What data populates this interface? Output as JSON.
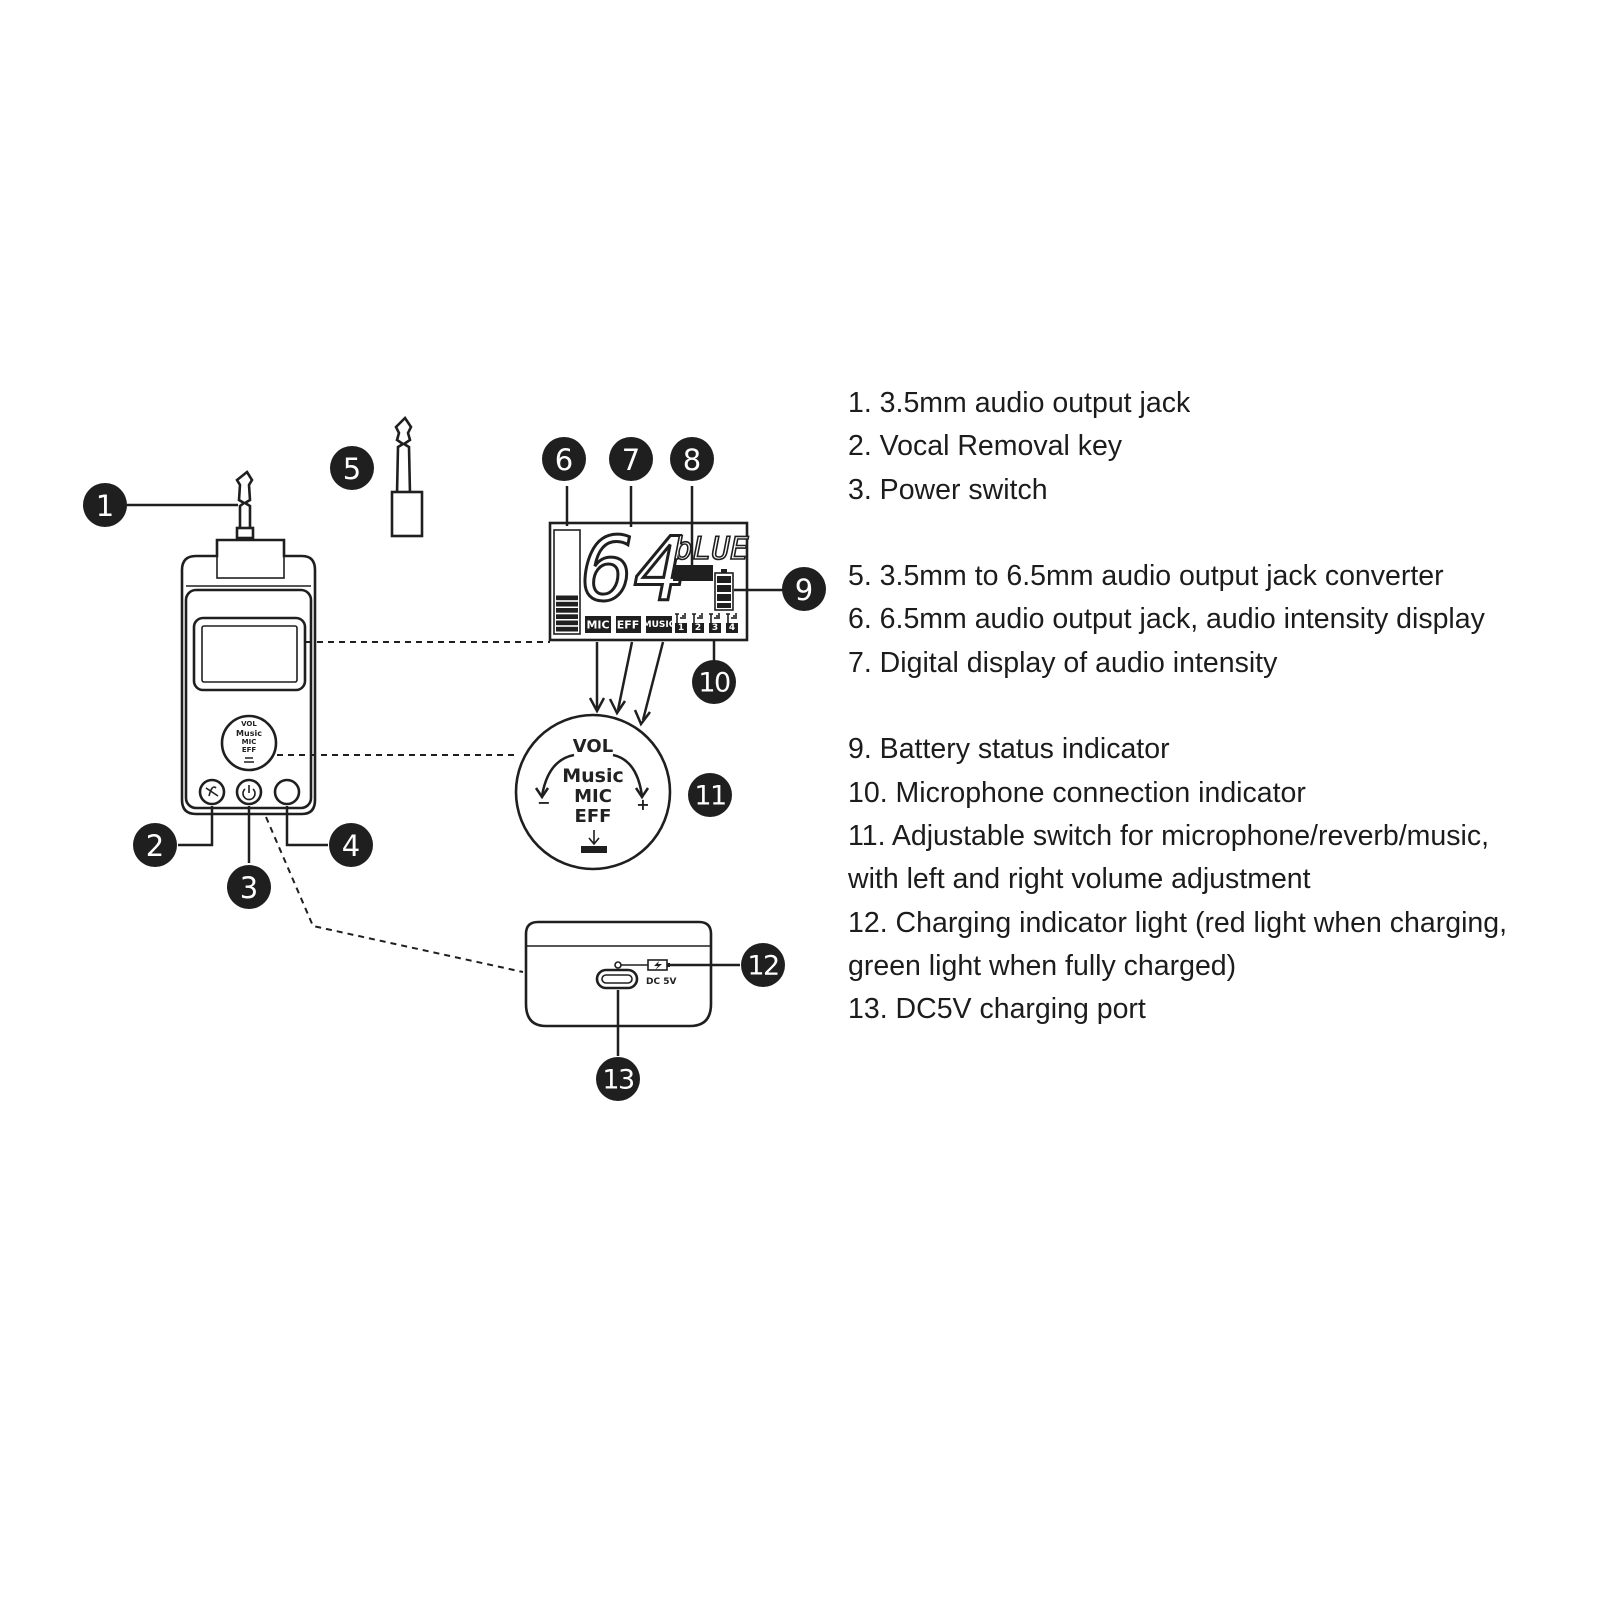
{
  "callouts": [
    "1",
    "2",
    "3",
    "4",
    "5",
    "6",
    "7",
    "8",
    "9",
    "10",
    "11",
    "12",
    "13"
  ],
  "legend": [
    "1. 3.5mm audio output jack",
    "2. Vocal Removal key",
    "3. Power switch",
    "5. 3.5mm to 6.5mm audio output jack converter",
    "6. 6.5mm audio output jack, audio intensity display",
    "7. Digital display of audio intensity",
    "9. Battery status indicator",
    "10. Microphone connection indicator",
    "11. Adjustable switch for microphone/reverb/music,",
    "with left and right volume adjustment",
    "12. Charging indicator light (red light when charging,",
    "green light when fully charged)",
    "13. DC5V charging port"
  ],
  "lcd": {
    "digits": "64",
    "word": "bLUE",
    "tags": [
      "MIC",
      "EFF",
      "MUSIC"
    ],
    "channels": [
      "1",
      "2",
      "3",
      "4"
    ],
    "level": 0.35
  },
  "knob": {
    "vol": "VOL",
    "lines": [
      "Music",
      "MIC",
      "EFF"
    ],
    "minus": "−",
    "plus": "+"
  },
  "port": {
    "label": "DC 5V"
  }
}
